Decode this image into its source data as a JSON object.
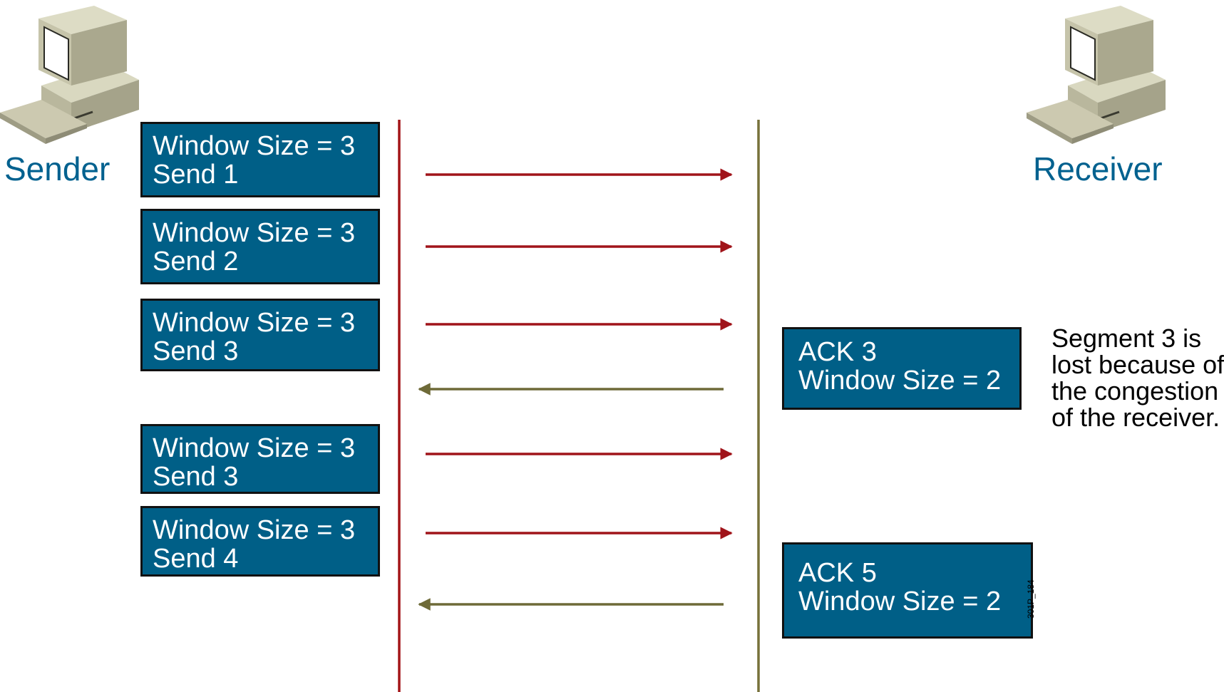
{
  "colors": {
    "box_fill": "#005f87",
    "label_blue": "#00618f",
    "sender_line": "#a31518",
    "receiver_line": "#77713a",
    "data_arrow": "#a0141a",
    "ack_arrow": "#6e6a38"
  },
  "hosts": {
    "sender": {
      "label": "Sender",
      "icon": "computer-icon"
    },
    "receiver": {
      "label": "Receiver",
      "icon": "computer-icon"
    }
  },
  "send_boxes": [
    {
      "line1": "Window Size = 3",
      "line2": "Send 1"
    },
    {
      "line1": "Window Size = 3",
      "line2": "Send 2"
    },
    {
      "line1": "Window Size = 3",
      "line2": "Send 3"
    },
    {
      "line1": "Window Size = 3",
      "line2": "Send 3"
    },
    {
      "line1": "Window Size = 3",
      "line2": "Send 4"
    }
  ],
  "ack_boxes": [
    {
      "line1": "ACK 3",
      "line2": "Window Size = 2"
    },
    {
      "line1": "ACK 5",
      "line2": "Window Size = 2"
    }
  ],
  "note": {
    "line1": "Segment 3 is",
    "line2": "lost because of",
    "line3": "the congestion",
    "line4": "of the receiver."
  },
  "figure_id": "301P_184"
}
